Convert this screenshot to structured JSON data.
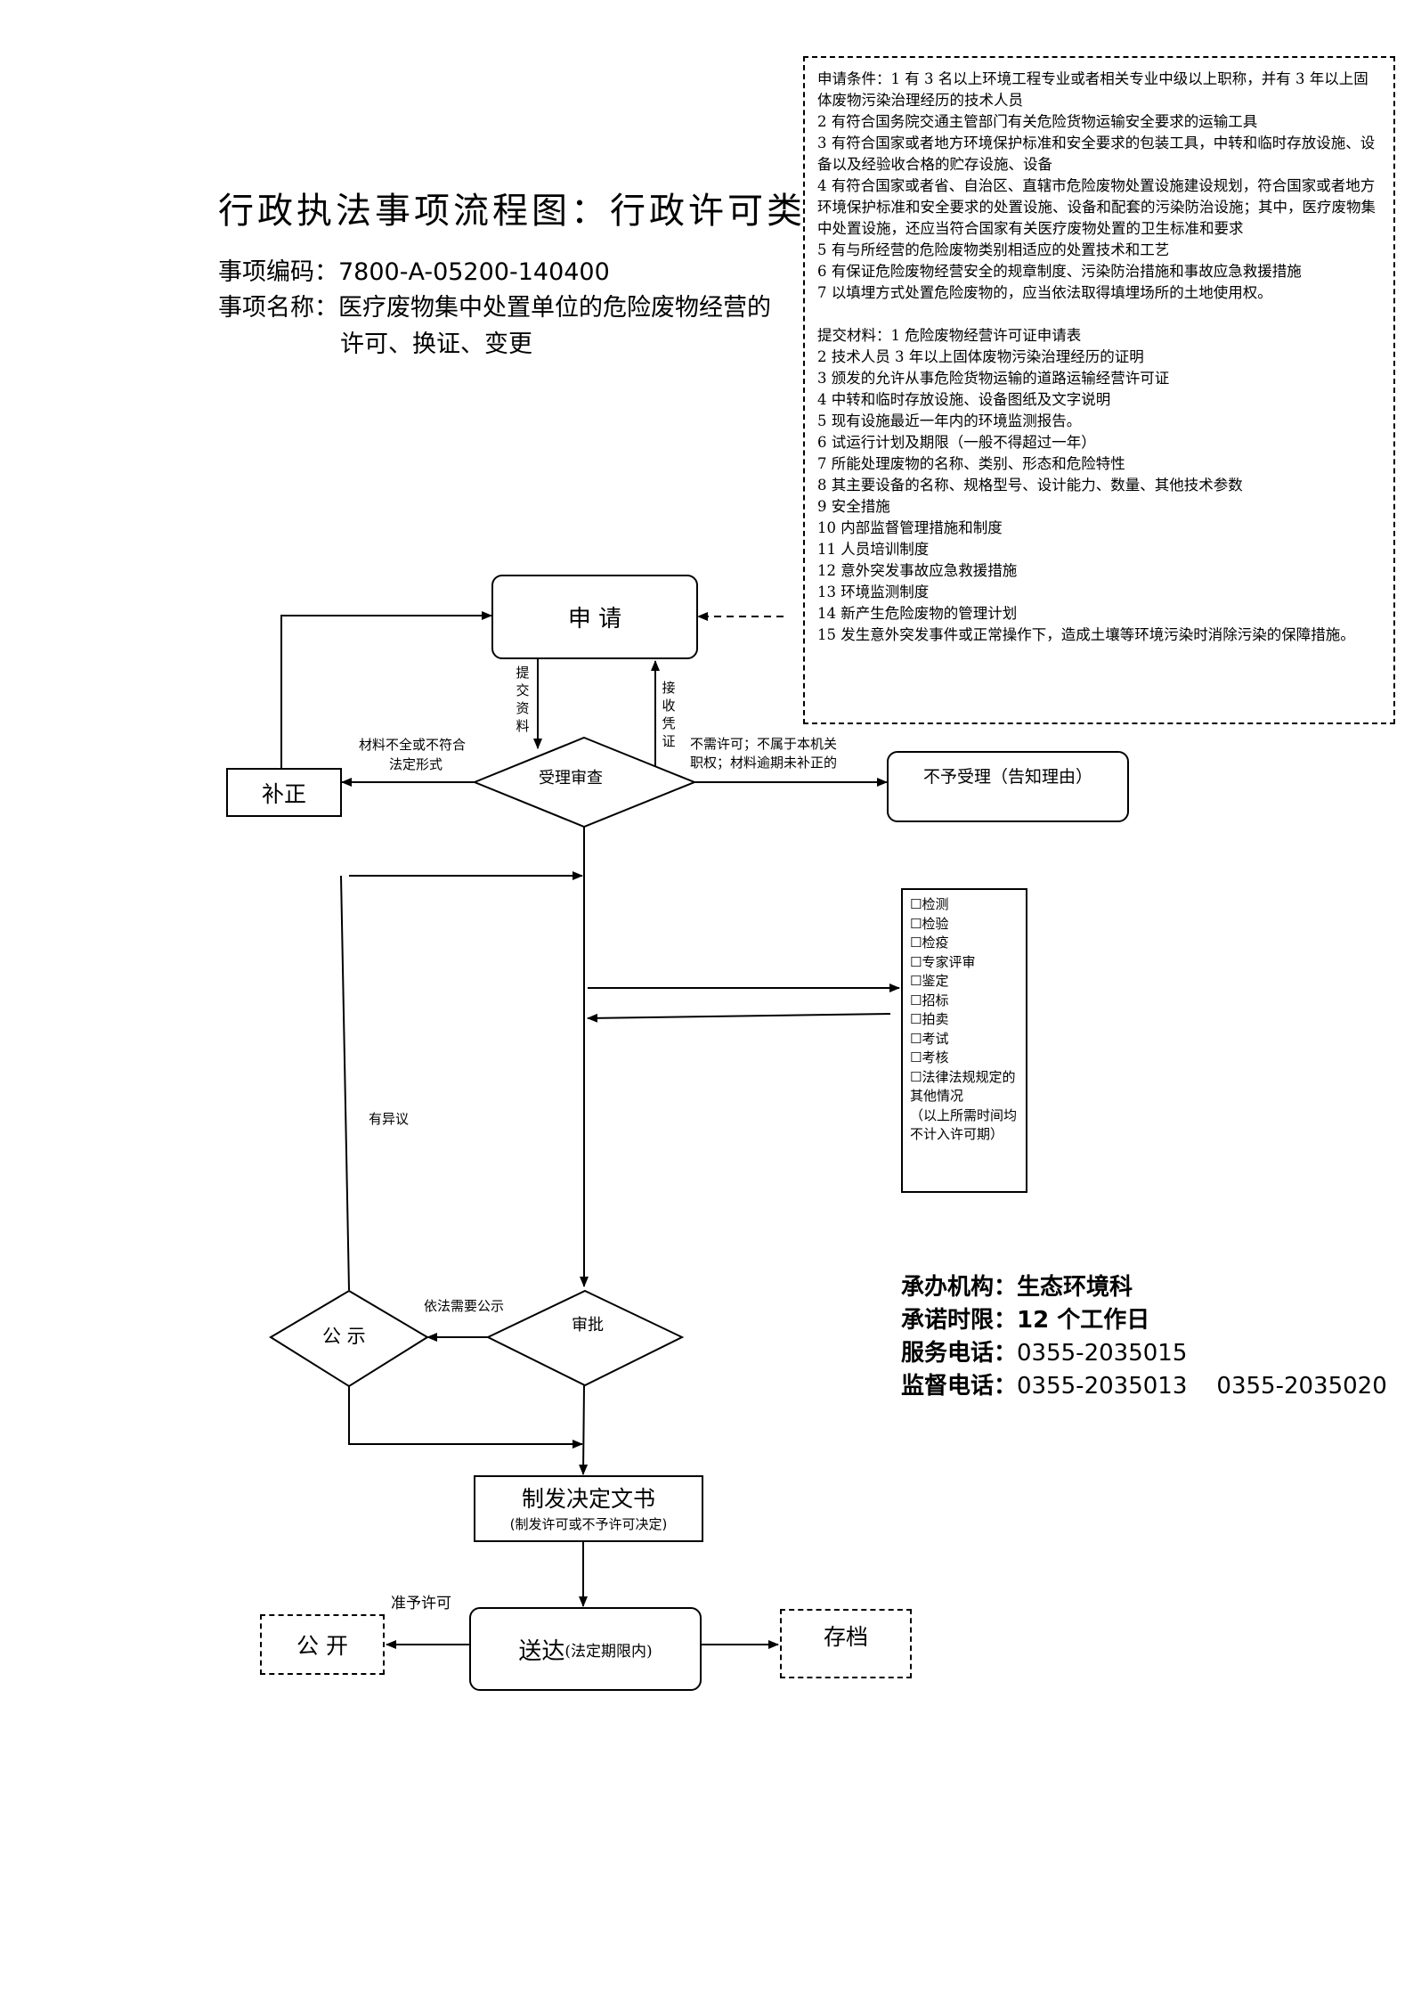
{
  "title": "行政执法事项流程图：行政许可类",
  "item_code_label": "事项编码：",
  "item_code": "7800-A-05200-140400",
  "item_name_label": "事项名称：",
  "item_name_line1": "医疗废物集中处置单位的危险废物经营的",
  "item_name_line2": "许可、换证、变更",
  "conditions": [
    "申请条件：1 有 3 名以上环境工程专业或者相关专业中级以上职称，并有 3 年以上固体废物污染治理经历的技术人员",
    "2 有符合国务院交通主管部门有关危险货物运输安全要求的运输工具",
    "3 有符合国家或者地方环境保护标准和安全要求的包装工具，中转和临时存放设施、设备以及经验收合格的贮存设施、设备",
    "4 有符合国家或者省、自治区、直辖市危险废物处置设施建设规划，符合国家或者地方环境保护标准和安全要求的处置设施、设备和配套的污染防治设施；其中，医疗废物集中处置设施，还应当符合国家有关医疗废物处置的卫生标准和要求",
    "5 有与所经营的危险废物类别相适应的处置技术和工艺",
    "6 有保证危险废物经营安全的规章制度、污染防治措施和事故应急救援措施",
    "7 以填埋方式处置危险废物的，应当依法取得填埋场所的土地使用权。"
  ],
  "materials": [
    "提交材料：1 危险废物经营许可证申请表",
    "2 技术人员 3 年以上固体废物污染治理经历的证明",
    "3 颁发的允许从事危险货物运输的道路运输经营许可证",
    "4 中转和临时存放设施、设备图纸及文字说明",
    "5 现有设施最近一年内的环境监测报告。",
    "6 试运行计划及期限（一般不得超过一年）",
    "7 所能处理废物的名称、类别、形态和危险特性",
    "8 其主要设备的名称、规格型号、设计能力、数量、其他技术参数",
    "9 安全措施",
    "10 内部监督管理措施和制度",
    "11 人员培训制度",
    "12 意外突发事故应急救援措施",
    "13 环境监测制度",
    "14 新产生危险废物的管理计划",
    "15 发生意外突发事件或正常操作下，造成土壤等环境污染时消除污染的保障措施。"
  ],
  "nodes": {
    "apply": "申 请",
    "review": "受理审查",
    "supplement": "补正",
    "reject": "不予受理（告知理由）",
    "publicize": "公 示",
    "approve": "审批",
    "decision_main": "制发决定文书",
    "decision_sub": "(制发许可或不予许可决定)",
    "deliver_main": "送达",
    "deliver_sub": "(法定期限内)",
    "disclose": "公 开",
    "archive": "存档"
  },
  "edge_labels": {
    "submit": "提交资料",
    "receipt": "接收凭证",
    "incomplete_1": "材料不全或不符合",
    "incomplete_2": "法定形式",
    "no_permit_1": "不需许可；不属于本机关",
    "no_permit_2": "职权；材料逾期未补正的",
    "objection": "有异议",
    "need_publicize": "依法需要公示",
    "granted": "准予许可"
  },
  "checklist": [
    "☐检测",
    "☐检验",
    "☐检疫",
    "☐专家评审",
    "☐鉴定",
    "☐招标",
    "☐拍卖",
    "☐考试",
    "☐考核",
    "☐法律法规规定的其他情况",
    "（以上所需时间均不计入许可期）"
  ],
  "info": {
    "org_label": "承办机构：",
    "org": "生态环境科",
    "limit_label": "承诺时限：",
    "limit": "12 个工作日",
    "service_label": "服务电话：",
    "service": "0355-2035015",
    "supervise_label": "监督电话：",
    "supervise": "0355-2035013    0355-2035020"
  }
}
